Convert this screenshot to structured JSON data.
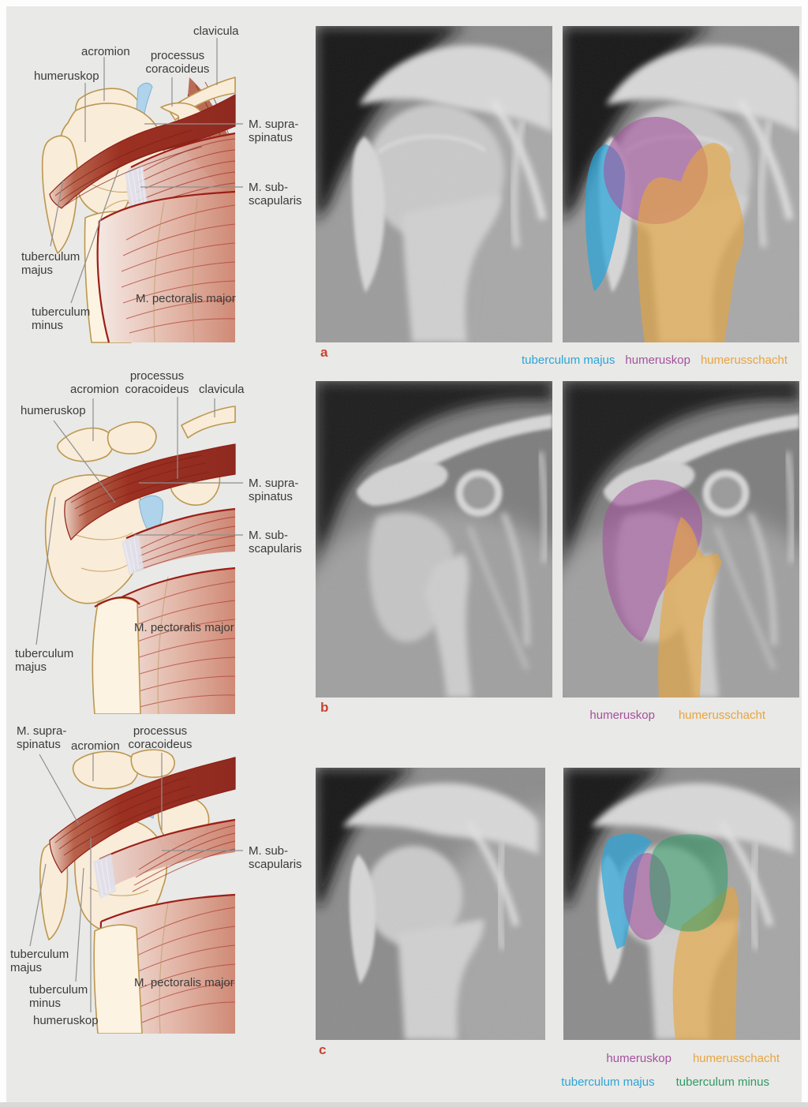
{
  "colors": {
    "tuberculum_majus": "#2aa5d8",
    "humeruskop": "#a4519d",
    "humerusschacht": "#e9a43c",
    "tuberculum_minus": "#2f9a64",
    "panel_letter": "#c8432f"
  },
  "rows": [
    {
      "letter": "a",
      "illustration": {
        "clavicula": "clavicula",
        "acromion": "acromion",
        "processus_coracoideus": "processus\ncoracoideus",
        "humeruskop": "humeruskop",
        "m_supraspinatus": "M. supra-\nspinatus",
        "m_subscapularis": "M. sub-\nscapularis",
        "tuberculum_majus": "tuberculum\nmajus",
        "tuberculum_minus": "tuberculum\nminus",
        "m_pectoralis_major": "M. pectoralis major"
      },
      "legend": [
        "tuberculum majus",
        "humeruskop",
        "humerusschacht"
      ]
    },
    {
      "letter": "b",
      "illustration": {
        "processus_coracoideus": "processus\ncoracoideus",
        "acromion": "acromion",
        "clavicula": "clavicula",
        "humeruskop": "humeruskop",
        "m_supraspinatus": "M. supra-\nspinatus",
        "m_subscapularis": "M. sub-\nscapularis",
        "tuberculum_majus": "tuberculum\nmajus",
        "m_pectoralis_major": "M. pectoralis major"
      },
      "legend": [
        "humeruskop",
        "humerusschacht"
      ]
    },
    {
      "letter": "c",
      "illustration": {
        "m_supraspinatus": "M. supra-\nspinatus",
        "acromion": "acromion",
        "processus_coracoideus": "processus\ncoracoideus",
        "m_subscapularis": "M. sub-\nscapularis",
        "tuberculum_majus": "tuberculum\nmajus",
        "tuberculum_minus": "tuberculum\nminus",
        "humeruskop": "humeruskop",
        "m_pectoralis_major": "M. pectoralis major"
      },
      "legend_line1": [
        "humeruskop",
        "humerusschacht"
      ],
      "legend_line2": [
        "tuberculum majus",
        "tuberculum minus"
      ]
    }
  ]
}
